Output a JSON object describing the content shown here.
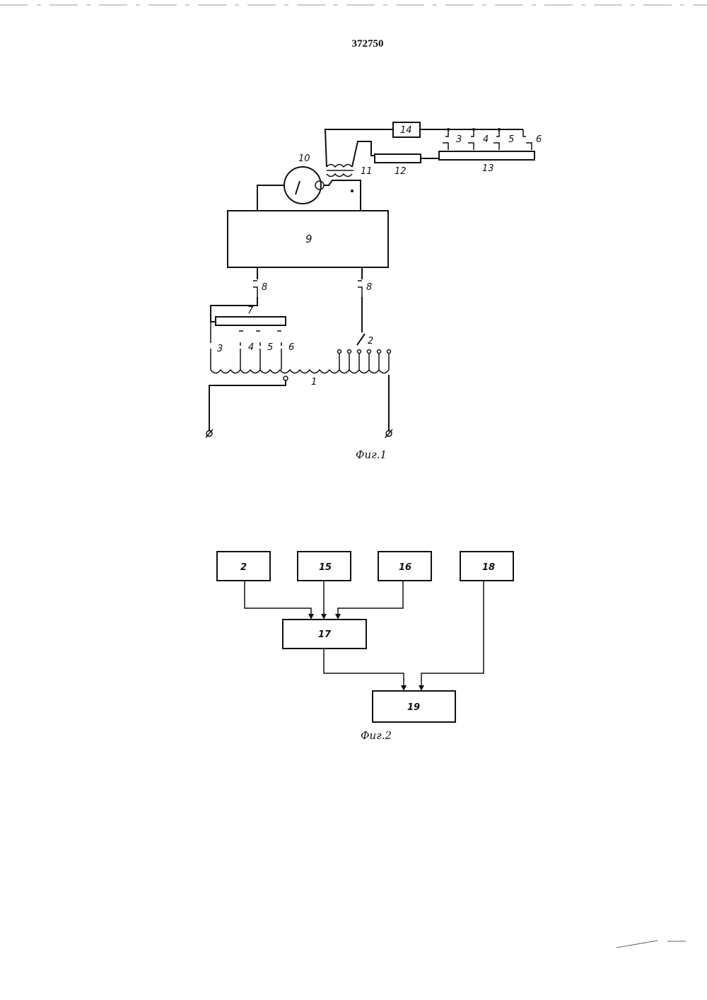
{
  "header": {
    "doc_number": "372750"
  },
  "fig1": {
    "caption": "Фиг.1",
    "labels": {
      "transformer": "1",
      "switch": "2",
      "contact_3": "3",
      "contact_4": "4",
      "contact_5": "5",
      "contact_6": "6",
      "relay_7": "7",
      "contact_8_left": "8",
      "contact_8_right": "8",
      "block_9": "9",
      "meter_10": "10",
      "transformer_11": "11",
      "block_12": "12",
      "relay_13": "13",
      "block_14": "14",
      "contact_3b": "3",
      "contact_4b": "4",
      "contact_5b": "5",
      "contact_6b": "6"
    }
  },
  "fig2": {
    "caption": "Фиг.2",
    "blocks": {
      "b2": "2",
      "b15": "15",
      "b16": "16",
      "b18": "18",
      "b17": "17",
      "b19": "19"
    }
  }
}
